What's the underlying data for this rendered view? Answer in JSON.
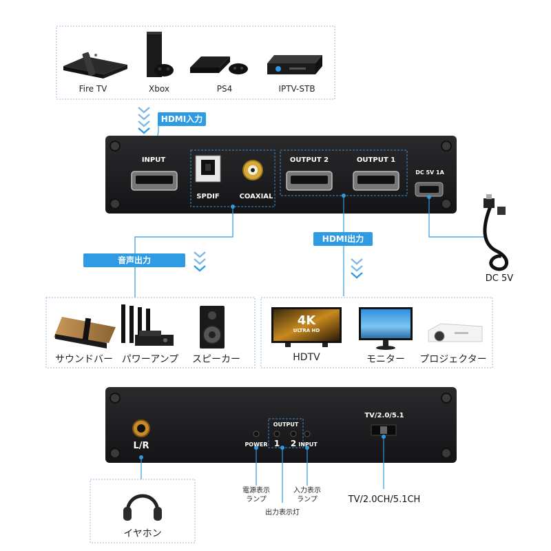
{
  "input_sources": {
    "tag": "HDMI入力",
    "devices": [
      {
        "label": "Fire TV",
        "icon": "fire-tv-icon"
      },
      {
        "label": "Xbox",
        "icon": "xbox-console-icon"
      },
      {
        "label": "PS4",
        "icon": "ps4-console-icon"
      },
      {
        "label": "IPTV-STB",
        "icon": "set-top-box-icon"
      }
    ]
  },
  "front_panel": {
    "input_label": "INPUT",
    "spdif_label": "SPDIF",
    "coaxial_label": "COAXIAL",
    "output2_label": "OUTPUT 2",
    "output1_label": "OUTPUT 1",
    "dc_label": "DC 5V   1A",
    "cable_label": "DC 5V"
  },
  "audio_output": {
    "tag": "音声出力",
    "devices": [
      {
        "label": "サウンドバー",
        "icon": "soundbar-icon"
      },
      {
        "label": "パワーアンプ",
        "icon": "power-amp-icon"
      },
      {
        "label": "スピーカー",
        "icon": "speaker-icon"
      }
    ]
  },
  "hdmi_output": {
    "tag": "HDMI出力",
    "tv_badge_top": "4K",
    "tv_badge_bottom": "ULTRA HD",
    "devices": [
      {
        "label": "HDTV",
        "icon": "hdtv-icon"
      },
      {
        "label": "モニター",
        "icon": "monitor-icon"
      },
      {
        "label": "プロジェクター",
        "icon": "projector-icon"
      }
    ]
  },
  "back_panel": {
    "lr_label": "L/R",
    "output_label": "OUTPUT",
    "power_label": "POWER",
    "led1_label": "1",
    "led2_label": "2",
    "input_label": "INPUT",
    "switch_label": "TV/2.0/5.1"
  },
  "callouts": {
    "headphone_label": "イヤホン",
    "power_lamp_line1": "電源表示",
    "power_lamp_line2": "ランプ",
    "output_lamp": "出力表示灯",
    "input_lamp_line1": "入力表示",
    "input_lamp_line2": "ランプ",
    "switch_caption": "TV/2.0CH/5.1CH"
  },
  "colors": {
    "accent": "#2f9be3",
    "panel": "#1d1d1f",
    "dashed": "#3a8fd6"
  }
}
